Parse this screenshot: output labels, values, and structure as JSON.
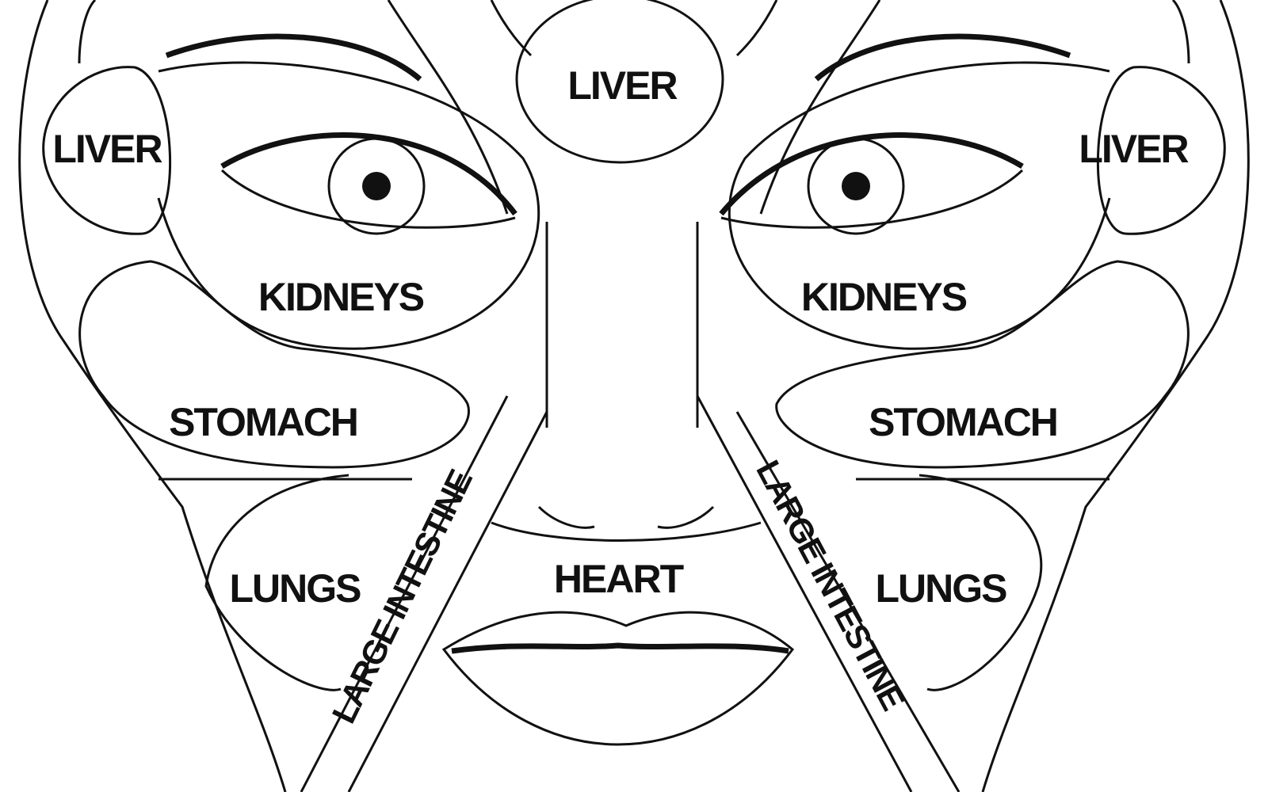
{
  "diagram": {
    "labels": {
      "liver_center": "LIVER",
      "liver_left": "LIVER",
      "liver_right": "LIVER",
      "kidneys_left": "KIDNEYS",
      "kidneys_right": "KIDNEYS",
      "stomach_left": "STOMACH",
      "stomach_right": "STOMACH",
      "lungs_left": "LUNGS",
      "lungs_right": "LUNGS",
      "heart": "HEART",
      "large_intestine_left": "LARGE INTESTINE",
      "large_intestine_right": "LARGE INTESTINE"
    },
    "colors": {
      "line": "#111111",
      "background": "#ffffff"
    }
  }
}
